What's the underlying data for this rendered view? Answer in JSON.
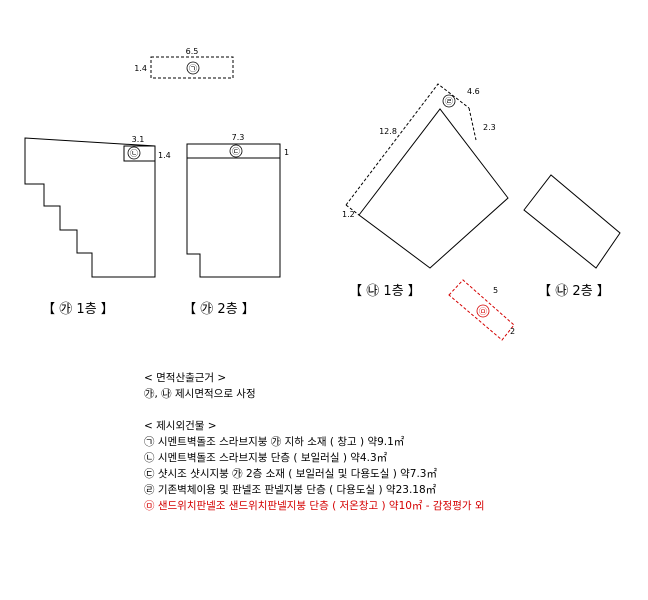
{
  "shapes": {
    "ga": {
      "width": "6.5",
      "depth": "1.4",
      "mark": "㉠"
    },
    "na": {
      "width": "3.1",
      "depth": "1.4",
      "mark": "㉡"
    },
    "da": {
      "width": "7.3",
      "depth": "1",
      "mark": "㉢"
    },
    "ra": {
      "long": "12.8",
      "short": "4.6",
      "offset": "2.3",
      "end": "1.2",
      "mark": "㉣"
    },
    "ma": {
      "long": "5",
      "short": "2",
      "mark": "㉤"
    }
  },
  "captions": {
    "ga_floor1": "【 ㉮ 1층 】",
    "ga_floor2": "【 ㉮ 2층 】",
    "na_floor1": "【 ㉯ 1층 】",
    "na_floor2": "【 ㉯ 2층 】"
  },
  "notes": {
    "area_heading": "< 면적산출근거 >",
    "area_text": "㉮, ㉯ 제시면적으로 사정",
    "outside_heading": "< 제시외건물 >",
    "items": [
      {
        "text": "㉠ 시멘트벽돌조 스라브지붕 ㉮ 지하 소재 ( 창고 ) 약9.1㎡",
        "color": "#000000"
      },
      {
        "text": "㉡ 시멘트벽돌조 스라브지붕 단층 ( 보일러실 ) 약4.3㎡",
        "color": "#000000"
      },
      {
        "text": "㉢ 샷시조 샷시지붕 ㉮ 2층 소재 ( 보일러실 및 다용도실 ) 약7.3㎡",
        "color": "#000000"
      },
      {
        "text": "㉣ 기존벽체이용 및 판넬조 판넬지붕 단층 ( 다용도실 ) 약23.18㎡",
        "color": "#000000"
      },
      {
        "text": "㉤ 샌드위치판넬조 샌드위치판넬지붕 단층 ( 저온창고 ) 약10㎡ - 감정평가 외",
        "color": "#d40000"
      }
    ]
  }
}
